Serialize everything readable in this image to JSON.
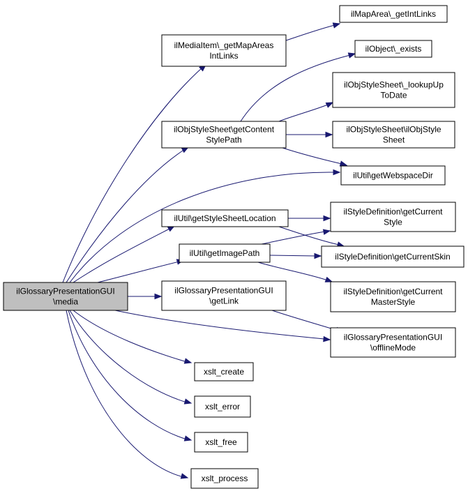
{
  "colors": {
    "edge": "#191970",
    "root_fill": "#bfbfbf",
    "node_fill": "#ffffff",
    "border": "#000000"
  },
  "nodes": {
    "root": {
      "lines": [
        "ilGlossaryPresentationGUI",
        "\\media"
      ]
    },
    "getMapAreasIntLinks": {
      "lines": [
        "ilMediaItem\\_getMapAreas",
        "IntLinks"
      ]
    },
    "getIntLinks": {
      "lines": [
        "ilMapArea\\_getIntLinks"
      ]
    },
    "getContentStylePath": {
      "lines": [
        "ilObjStyleSheet\\getContent",
        "StylePath"
      ]
    },
    "objectExists": {
      "lines": [
        "ilObject\\_exists"
      ]
    },
    "lookupUpToDate": {
      "lines": [
        "ilObjStyleSheet\\_lookupUp",
        "ToDate"
      ]
    },
    "ilObjStyleSheet": {
      "lines": [
        "ilObjStyleSheet\\ilObjStyle",
        "Sheet"
      ]
    },
    "getWebspaceDir": {
      "lines": [
        "ilUtil\\getWebspaceDir"
      ]
    },
    "getStyleSheetLocation": {
      "lines": [
        "ilUtil\\getStyleSheetLocation"
      ]
    },
    "getCurrentStyle": {
      "lines": [
        "ilStyleDefinition\\getCurrent",
        "Style"
      ]
    },
    "getImagePath": {
      "lines": [
        "ilUtil\\getImagePath"
      ]
    },
    "getCurrentSkin": {
      "lines": [
        "ilStyleDefinition\\getCurrentSkin"
      ]
    },
    "getLink": {
      "lines": [
        "ilGlossaryPresentationGUI",
        "\\getLink"
      ]
    },
    "getCurrentMasterStyle": {
      "lines": [
        "ilStyleDefinition\\getCurrent",
        "MasterStyle"
      ]
    },
    "offlineMode": {
      "lines": [
        "ilGlossaryPresentationGUI",
        "\\offlineMode"
      ]
    },
    "xsltCreate": {
      "lines": [
        "xslt_create"
      ]
    },
    "xsltError": {
      "lines": [
        "xslt_error"
      ]
    },
    "xsltFree": {
      "lines": [
        "xslt_free"
      ]
    },
    "xsltProcess": {
      "lines": [
        "xslt_process"
      ]
    }
  }
}
